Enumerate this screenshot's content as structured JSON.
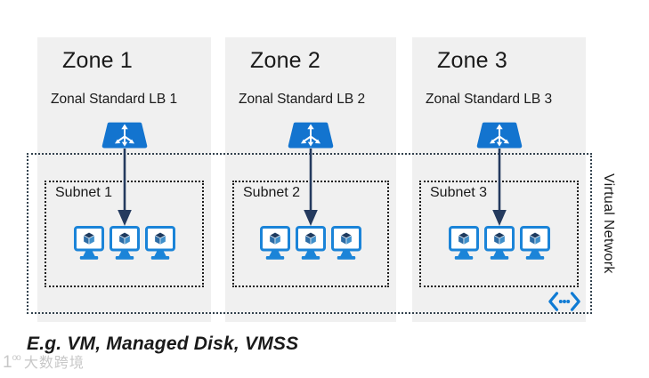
{
  "diagram": {
    "zones": [
      {
        "title": "Zone 1",
        "lb_label": "Zonal Standard LB 1",
        "subnet_label": "Subnet 1",
        "vm_count": 3
      },
      {
        "title": "Zone 2",
        "lb_label": "Zonal Standard LB 2",
        "subnet_label": "Subnet 2",
        "vm_count": 3
      },
      {
        "title": "Zone 3",
        "lb_label": "Zonal Standard LB 3",
        "subnet_label": "Subnet 3",
        "vm_count": 3
      }
    ],
    "virtual_network_label": "Virtual Network",
    "caption": "E.g. VM, Managed Disk, VMSS"
  },
  "watermark": {
    "logo_base": "1",
    "logo_sup": "oo",
    "brand": "大数跨境"
  },
  "icons": {
    "load_balancer": "azure-load-balancer-icon",
    "virtual_machine": "vm-icon",
    "virtual_network": "virtual-network-icon",
    "flow_arrow": "down-arrow-icon"
  },
  "colors": {
    "lb_blue": "#1374cf",
    "vm_blue": "#1b84d8",
    "cube_dark": "#1f3b5f",
    "cube_left": "#2d6ca5",
    "cube_right": "#3f8fca",
    "arrow_dark": "#243a5e",
    "zone_panel_bg": "#f0f0f0",
    "vnet_icon_blue": "#0f7bd4",
    "subnet_border": "#1b1b1b",
    "vnet_border": "#33424e",
    "text": "#1a1a1a"
  }
}
